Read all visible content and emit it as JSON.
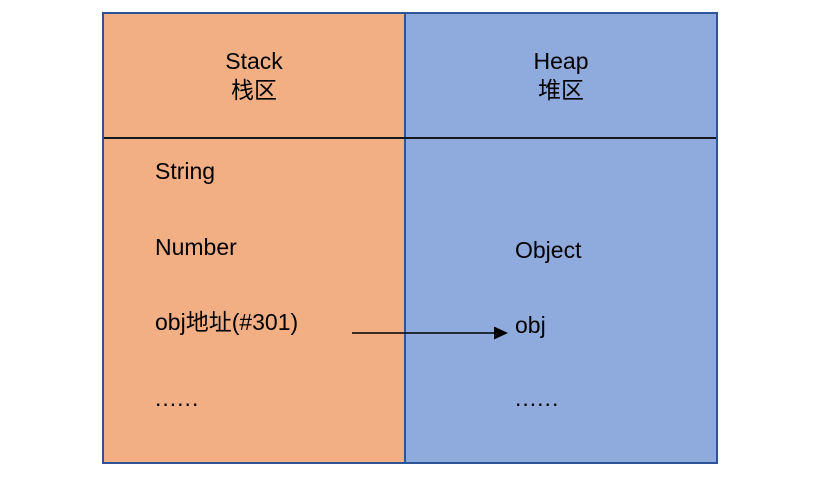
{
  "diagram": {
    "title_semantic": "js-memory-stack-heap-diagram",
    "colors": {
      "stack_fill": "#F2AF84",
      "heap_fill": "#8FAADC",
      "outer_border": "#2E5496",
      "inner_rule": "#14171c",
      "text": "#000000",
      "arrow": "#000000",
      "page_background": "#FFFFFF"
    },
    "columns": [
      {
        "key": "stack",
        "header": {
          "title_en": "Stack",
          "title_zh": "栈区"
        },
        "entries": [
          "String",
          "Number",
          "obj地址(#301)",
          "......"
        ]
      },
      {
        "key": "heap",
        "header": {
          "title_en": "Heap",
          "title_zh": "堆区"
        },
        "entries": [
          "Object",
          "obj",
          "......"
        ]
      }
    ],
    "arrow": {
      "name": "reference-pointer-arrow",
      "from_label": "obj地址(#301)",
      "to_label": "obj",
      "direction": "left-to-right"
    }
  }
}
